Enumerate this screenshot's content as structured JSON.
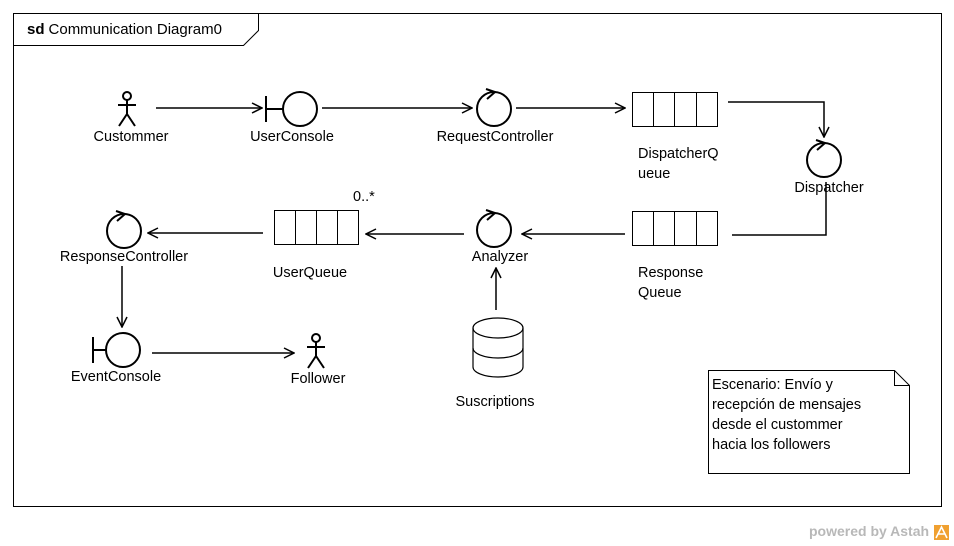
{
  "frame": {
    "kind": "sd",
    "title": "Communication Diagram0"
  },
  "nodes": {
    "customer": {
      "label": "Custommer",
      "type": "actor"
    },
    "user_console": {
      "label": "UserConsole",
      "type": "boundary"
    },
    "request_controller": {
      "label": "RequestController",
      "type": "control"
    },
    "dispatcher_queue": {
      "label_line1": "DispatcherQ",
      "label_line2": "ueue",
      "type": "queue"
    },
    "dispatcher": {
      "label": "Dispatcher",
      "type": "control"
    },
    "response_queue": {
      "label_line1": "Response",
      "label_line2": "Queue",
      "type": "queue"
    },
    "analyzer": {
      "label": "Analyzer",
      "type": "control"
    },
    "user_queue": {
      "label": "UserQueue",
      "type": "queue",
      "multiplicity": "0..*"
    },
    "response_controller": {
      "label": "ResponseController",
      "type": "control"
    },
    "event_console": {
      "label": "EventConsole",
      "type": "boundary"
    },
    "follower": {
      "label": "Follower",
      "type": "actor"
    },
    "suscriptions": {
      "label": "Suscriptions",
      "type": "database"
    }
  },
  "note": {
    "text": "Escenario: Envío y\nrecepción de mensajes\ndesde el custommer\nhacia los followers"
  },
  "branding": {
    "text": "powered by Astah",
    "logo": "astah-logo-icon",
    "color": "#b8b8b8",
    "logo_color": "#f0a030"
  }
}
